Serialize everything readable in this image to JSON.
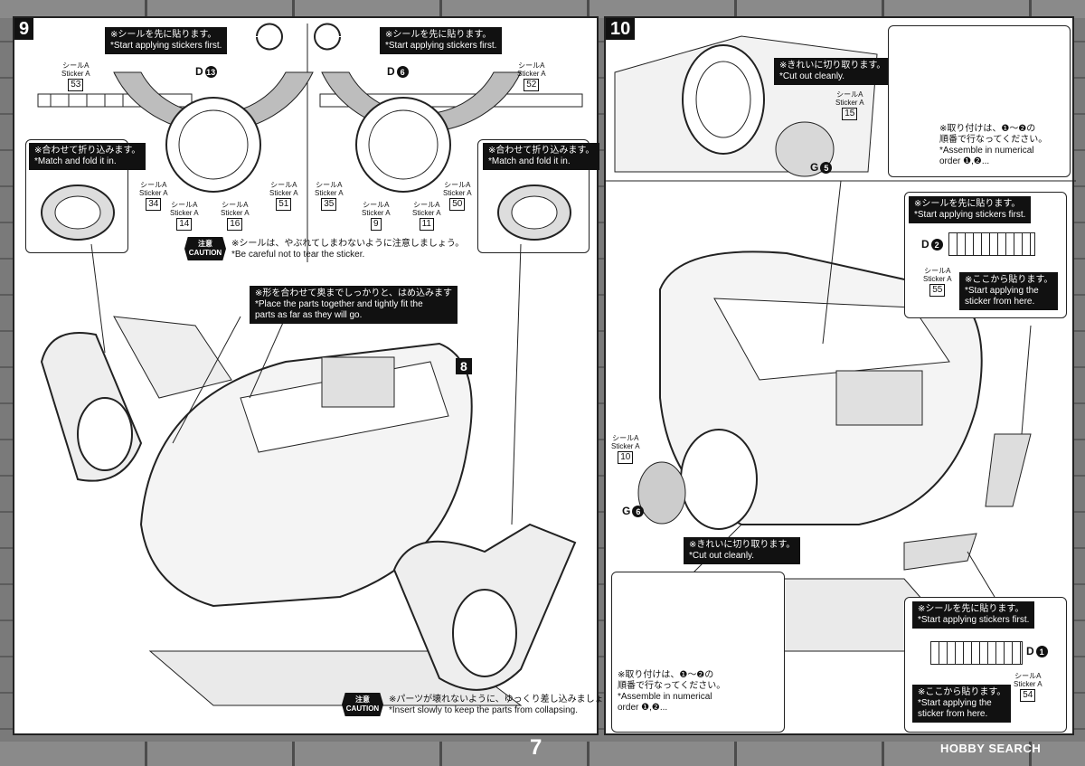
{
  "page_number": "7",
  "watermark": "HOBBY SEARCH",
  "steps": {
    "step9": "9",
    "step10": "10",
    "callout8": "8"
  },
  "notes": {
    "apply_first_jp": "※シールを先に貼ります。",
    "apply_first_en": "*Start applying stickers first.",
    "fold_jp": "※合わせて折り込みます。",
    "fold_en": "*Match and fold it in.",
    "tear_jp": "※シールは、やぶれてしまわないように注意しましょう。",
    "tear_en": "*Be careful not to tear the sticker.",
    "fit_jp": "※形を合わせて奥までしっかりと、はめ込みます",
    "fit_en_1": "*Place the parts together and tightly fit the",
    "fit_en_2": "parts as far as they will go.",
    "insert_jp": "※パーツが壊れないように、ゆっくり差し込みましょう。",
    "insert_en": "*Insert slowly to keep the parts from collapsing.",
    "cut_jp": "※きれいに切り取ります。",
    "cut_en": "*Cut out cleanly.",
    "order_jp_1": "※取り付けは、❶～❷の",
    "order_jp_2": "順番で行なってください。",
    "order_en_1": "*Assemble in numerical",
    "order_en_2": "order ❶,❷...",
    "from_here_jp": "※ここから貼ります。",
    "from_here_en_1": "*Start applying the",
    "from_here_en_2": "sticker from here.",
    "caution_jp": "注意",
    "caution_en": "CAUTION"
  },
  "sticker_label_jp": "シールA",
  "sticker_label_en": "Sticker A",
  "stickers": [
    "53",
    "34",
    "14",
    "16",
    "51",
    "35",
    "9",
    "11",
    "50",
    "52",
    "15",
    "10",
    "55",
    "54"
  ],
  "parts": {
    "d13": "D",
    "d13n": "13",
    "d6": "D",
    "d6n": "6",
    "g5": "G",
    "g5n": "5",
    "g6": "G",
    "g6n": "6",
    "d2": "D",
    "d2n": "2",
    "d1": "D",
    "d1n": "1"
  }
}
